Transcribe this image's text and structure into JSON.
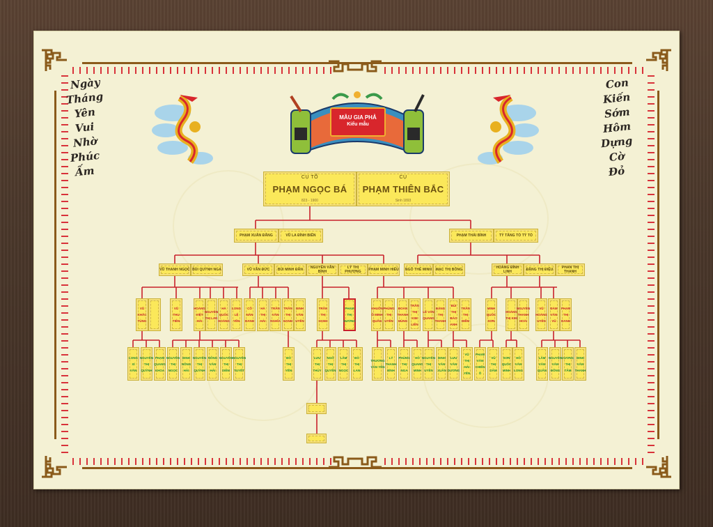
{
  "title": "Mẫu Gia Phả",
  "banner": {
    "title": "MẪU GIA PHẢ",
    "subtitle": "Kiểu mẫu"
  },
  "calligraphy": {
    "left": [
      "Ngày",
      "Tháng",
      "Yên",
      "Vui",
      "Nhờ",
      "Phúc",
      "Ấm"
    ],
    "right": [
      "Con",
      "Kiến",
      "Sớm",
      "Hôm",
      "Dựng",
      "Cờ",
      "Đỏ"
    ]
  },
  "colors": {
    "frame": "#4a3528",
    "paper": "#f4f1d4",
    "node": "#fbe85a",
    "line": "#c8202a",
    "border_brown": "#8a5a1a",
    "border_red": "#d8323a"
  },
  "gen1": [
    {
      "title": "CỤ TỔ",
      "name": "PHẠM NGỌC BÁ",
      "dates": "823 - 1900"
    },
    {
      "title": "CỤ",
      "name": "PHẠM THIÊN BẮC",
      "dates": "Sinh 1893"
    }
  ],
  "gen2": [
    {
      "name": "PHẠM XUÂN ĐĂNG",
      "spouse": "VŨ LA ĐÌNH BIÊN"
    },
    {
      "name": "PHẠM THÁI BÌNH",
      "spouse": "TỶ TẰNG TỔ TỶ TỔ"
    }
  ],
  "gen3": [
    "VŨ THANH NGỌC",
    "BÙI QUỲNH NGA",
    "VŨ VĂN ĐỨC",
    "BÙI MINH ĐĂN",
    "NGUYỄN VĂN BÌNH",
    "LÝ THỊ PHƯƠNG",
    "PHẠM MINH HIẾU",
    "NGÔ THẾ MINH",
    "MẠC THỊ BÔNG",
    "HOÀNG ĐÌNH LINH",
    "ĐẶNG THỊ ĐIỆU",
    "PHAN THỊ THANH"
  ],
  "gen4": [
    "VŨ KHẮC TÙNG",
    "",
    "VŨ THU TIÊN",
    "HOÀNG VIỆT HẢI",
    "NGUYỄN THỊ LAN",
    "HÀ QUỐC HOÀNG",
    "LONG LỆ YẾN",
    "CÔ NĂN DANH",
    "HÀ THỊ HẢI",
    "TRẦN VĂN NGHĨA",
    "TRẦN THỊ HẠNH",
    "ĐINH VĂN UYÊN",
    "TRẦN THỊ HẠNH",
    "PHẠM THỊ HƯƠNG",
    "KHUÔN Ô MINH QUÂN",
    "PHÙNG THỊ UYÊN",
    "ĐOÀN THANH HÙNG",
    "TRẦN THỊ KIM LIÊN",
    "LÊ VĂN QUANG",
    "ĐẶNG THỊ THANH",
    "BÙI THỊ BẢO ANH",
    "TRẦN THỊ ĐIỂM",
    "MINH QUỐC SƠN",
    "HOÀNG THỊ KIM",
    "NGUYỄN THANH HOÀI",
    "VŨ HOÀNG UYÊN",
    "ĐÀM VĂN VŨ",
    "PHẠM THỊ DANH"
  ],
  "gen5": [
    "LONG XÍ VĂN",
    "NGUYỄN THỊ QUỲNH",
    "PHẠM QUANG KHOA",
    "NGUYỄN THỊ NGỌC",
    "ĐINH NÔNG HẢI",
    "NGUYỄN THỊ QUỲNH",
    "NÔNG VĂN HẢI",
    "NGUYỄN THỊ DIỄM",
    "NGUYỄN THỊ TUYẾT",
    "ĐỖ THỊ YẾN",
    "LƯU THỊ THỦY",
    "NGÔ THỊ QUYÊN",
    "LÂM THỊ NGỌC",
    "ĐỖ THỊ LAN",
    "TRƯƠNG VĂN YÊN",
    "LÝ THANH BÌNH",
    "PHÙNG THỊ NGA",
    "HỒ QUANG MINH",
    "NGUYỄN THỊ UYÊN",
    "ĐINH VĂN XUÂN",
    "LƯU VĂN DƯƠNG",
    "VŨ THỊ HẢI YẾN",
    "PHẠM VĂN CHIẾN Ô",
    "VŨ THỊ DÂM",
    "SƠN QUỐC MINH",
    "HỒ VĂN LONG",
    "LÂM VĂN QUÂN",
    "NGUYỄN VĂN ĐÔNG",
    "VƯƠNG THỊ TÂM",
    "ĐINH VĂN THANH"
  ],
  "gen6": [
    "",
    ""
  ]
}
